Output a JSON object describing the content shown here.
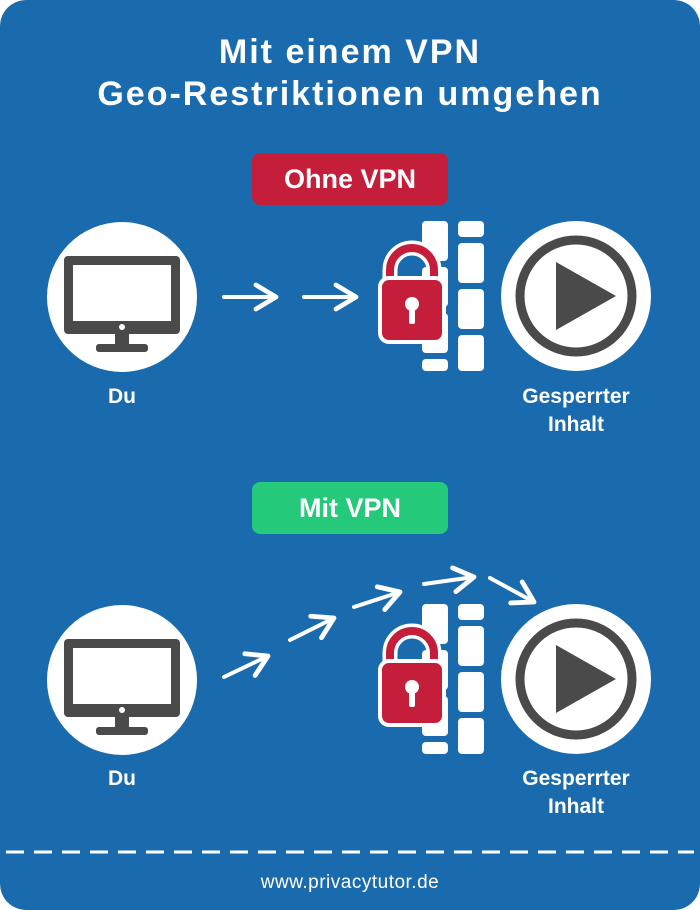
{
  "title": {
    "line1": "Mit einem VPN",
    "line2": "Geo-Restriktionen umgehen"
  },
  "colors": {
    "background": "#1A6BAE",
    "badge_without_vpn": "#C41E3A",
    "badge_with_vpn": "#25C97A",
    "lock": "#C41E3A",
    "icon_dark": "#4A4A4A"
  },
  "without_vpn": {
    "badge": "Ohne VPN",
    "user_label": "Du",
    "content_label_line1": "Gesperrter",
    "content_label_line2": "Inhalt"
  },
  "with_vpn": {
    "badge": "Mit VPN",
    "user_label": "Du",
    "content_label_line1": "Gesperrter",
    "content_label_line2": "Inhalt"
  },
  "footer": {
    "url": "www.privacytutor.de"
  }
}
